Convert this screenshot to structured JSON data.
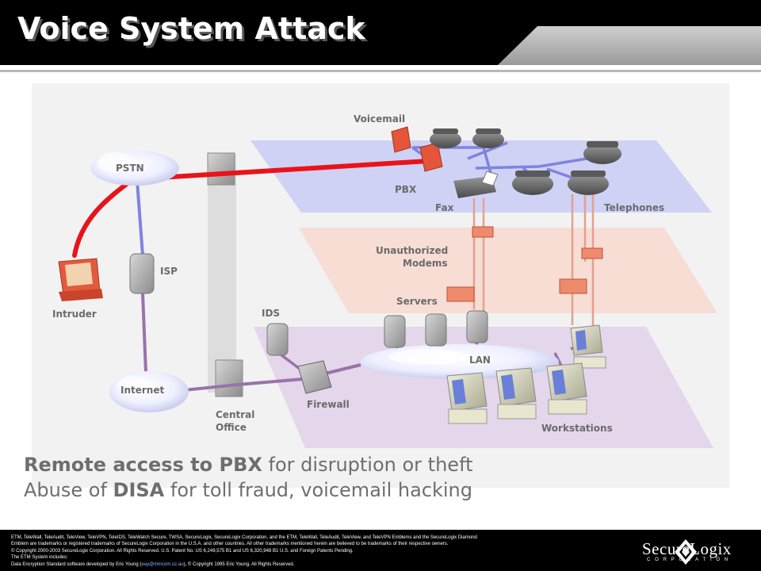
{
  "slide": {
    "title": "Voice System Attack"
  },
  "diagram": {
    "labels": {
      "voicemail": "Voicemail",
      "pstn": "PSTN",
      "pbx": "PBX",
      "fax": "Fax",
      "telephones": "Telephones",
      "unauthorized_modems": [
        "Unauthorized",
        "Modems"
      ],
      "isp": "ISP",
      "intruder": "Intruder",
      "servers": "Servers",
      "ids": "IDS",
      "lan": "LAN",
      "internet": "Internet",
      "central_office": [
        "Central",
        "Office"
      ],
      "firewall": "Firewall",
      "workstations": "Workstations"
    },
    "colors": {
      "attack_path": "#e8141b",
      "voice_plane": "#c9ccf6",
      "modem_plane": "#f8d9cf",
      "data_plane": "#e2d3ea",
      "line_blue": "#7f84e0",
      "line_purple": "#9b72a9",
      "line_salmon": "#e4a090"
    }
  },
  "bullets": [
    {
      "strong": "Remote access to PBX",
      "rest": " for disruption or theft"
    },
    {
      "pre": "Abuse of ",
      "strong": "DISA",
      "rest": " for toll fraud, voicemail hacking"
    }
  ],
  "footer": {
    "legal_lines": [
      "ETM, TeleWall, TeleAudit, TeleView, TeleVPN, TeleIDS, TeleWatch Secure, TWSA, SecureLogix, SecureLogix Corporation, and the ETM, TeleWall, TeleAudit, TeleView, and TeleVPN Emblems and the SecureLogix Diamond",
      "Emblem are trademarks or registered trademarks of SecureLogix Corporation in the U.S.A. and other countries. All other trademarks mentioned herein are believed to be trademarks of their respective owners.",
      "© Copyright 2000-2003 SecureLogix Corporation. All Rights Reserved. U.S. Patent No. US 6,249,575 B1 and US 6,320,948 B1 U.S. and Foreign Patents Pending.",
      "The ETM System includes:"
    ],
    "legal_last_pre": "Data Encryption Standard software developed by Eric Young (",
    "legal_link": "eay@mincom.oz.au",
    "legal_last_post": "), © Copyright 1995 Eric Young. All Rights Reserved.",
    "logo_text": "SecureLogix",
    "logo_sub": "CORPORATION"
  }
}
